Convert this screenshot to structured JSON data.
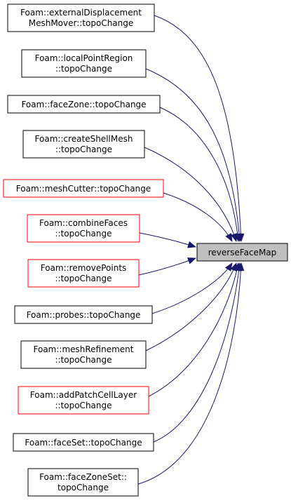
{
  "graph": {
    "target": {
      "label": "reverseFaceMap"
    },
    "callers": [
      {
        "id": "n1",
        "lines": [
          "Foam::externalDisplacement",
          "MeshMover::topoChange"
        ],
        "status": "documented"
      },
      {
        "id": "n2",
        "lines": [
          "Foam::localPointRegion",
          "::topoChange"
        ],
        "status": "documented"
      },
      {
        "id": "n3",
        "lines": [
          "Foam::faceZone::topoChange"
        ],
        "status": "documented"
      },
      {
        "id": "n4",
        "lines": [
          "Foam::createShellMesh",
          "::topoChange"
        ],
        "status": "documented"
      },
      {
        "id": "n5",
        "lines": [
          "Foam::meshCutter::topoChange"
        ],
        "status": "undocumented"
      },
      {
        "id": "n6",
        "lines": [
          "Foam::combineFaces",
          "::topoChange"
        ],
        "status": "undocumented"
      },
      {
        "id": "n7",
        "lines": [
          "Foam::removePoints",
          "::topoChange"
        ],
        "status": "undocumented"
      },
      {
        "id": "n8",
        "lines": [
          "Foam::probes::topoChange"
        ],
        "status": "documented"
      },
      {
        "id": "n9",
        "lines": [
          "Foam::meshRefinement",
          "::topoChange"
        ],
        "status": "documented"
      },
      {
        "id": "n10",
        "lines": [
          "Foam::addPatchCellLayer",
          "::topoChange"
        ],
        "status": "undocumented"
      },
      {
        "id": "n11",
        "lines": [
          "Foam::faceSet::topoChange"
        ],
        "status": "documented"
      },
      {
        "id": "n12",
        "lines": [
          "Foam::faceZoneSet::",
          "topoChange"
        ],
        "status": "documented"
      }
    ]
  },
  "colors": {
    "documented_border": "#000000",
    "undocumented_border": "#ff0000",
    "target_fill": "#bfbfbf",
    "edge": "#191970"
  }
}
